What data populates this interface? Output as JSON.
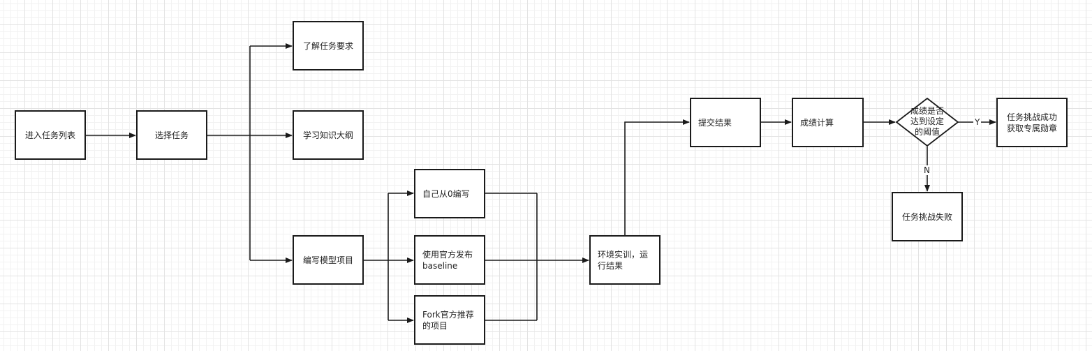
{
  "nodes": {
    "enter_task_list": "进入任务列表",
    "select_task": "选择任务",
    "understand_requirements": "了解任务要求",
    "study_outline": "学习知识大纲",
    "write_model_project": "编写模型项目",
    "write_from_zero": "自己从0编写",
    "use_official_baseline": "使用官方发布baseline",
    "fork_recommended": "Fork官方推荐的项目",
    "env_training": "环境实训，运行结果",
    "submit_results": "提交结果",
    "score_calculation": "成绩计算",
    "threshold_decision": "成绩是否达到设定的阈值",
    "challenge_success": "任务挑战成功获取专属勋章",
    "challenge_failed": "任务挑战失败"
  },
  "edge_labels": {
    "yes": "Y",
    "no": "N"
  },
  "colors": {
    "stroke": "#1a1a1a",
    "node_fill": "#ffffff",
    "text": "#222222"
  }
}
